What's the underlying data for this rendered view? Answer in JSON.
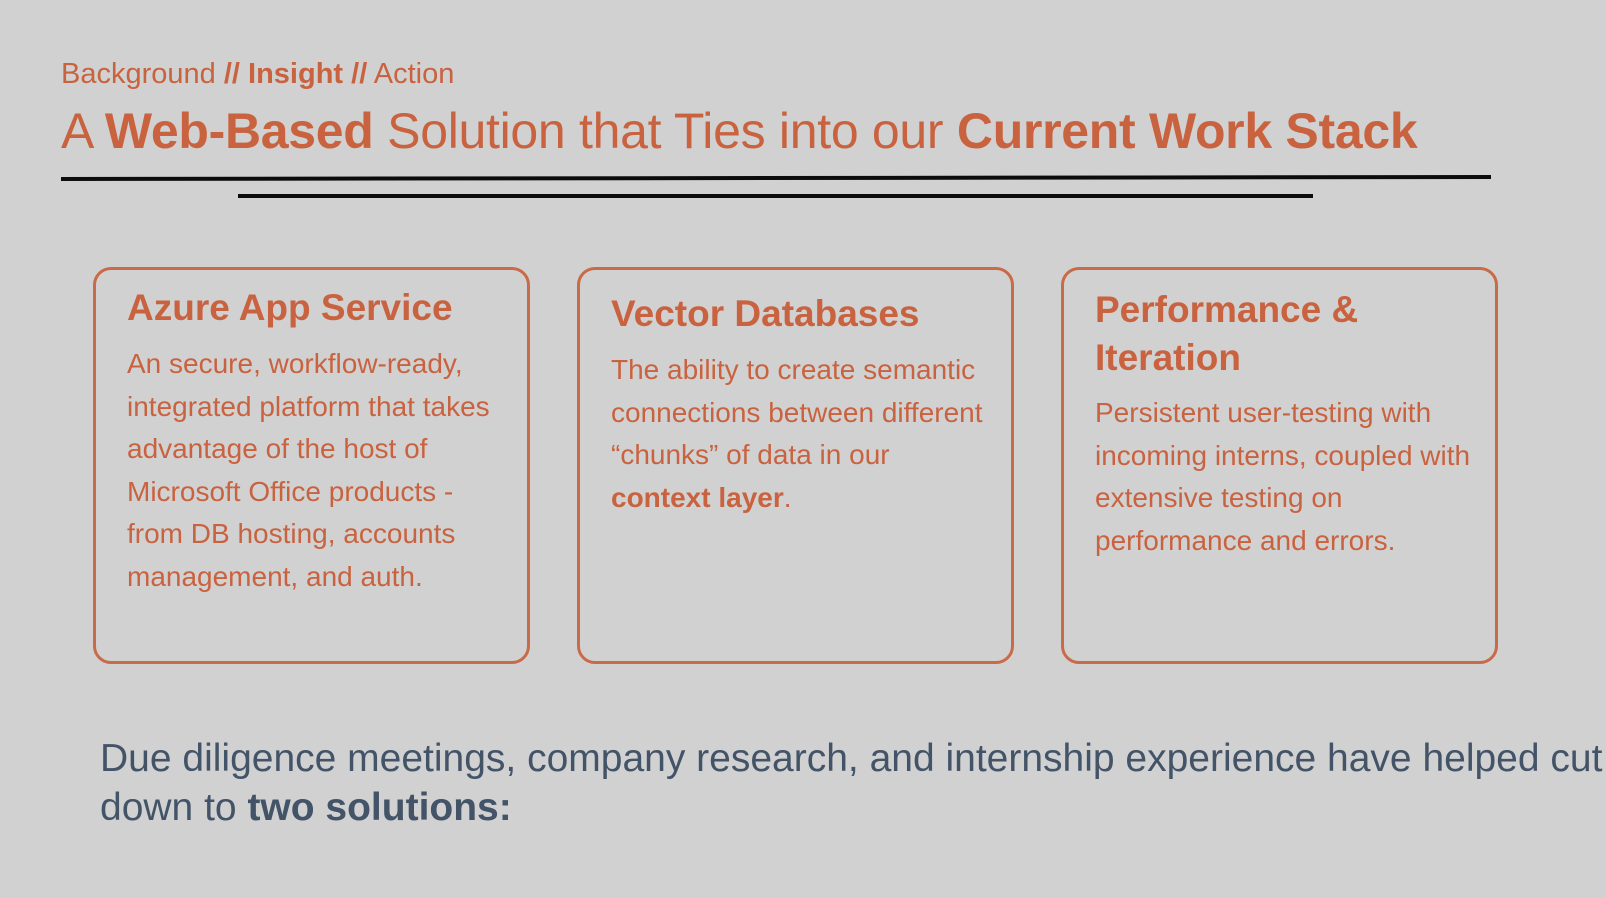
{
  "breadcrumb": {
    "step1": "Background",
    "sep1": "//",
    "step2": "Insight",
    "sep2": "//",
    "step3": "Action"
  },
  "title": {
    "part1": "A ",
    "bold1": "Web-Based",
    "part2": " Solution that Ties into our ",
    "bold2": "Current Work Stack"
  },
  "cards": [
    {
      "title": "Azure App Service",
      "body": "An secure, workflow-ready, integrated platform that takes advantage of the host of Microsoft Office products - from DB hosting, accounts management, and auth."
    },
    {
      "title": "Vector Databases",
      "body": "The ability to create semantic connections between different “chunks” of data in our ",
      "body_bold": "context layer",
      "body_end": "."
    },
    {
      "title": "Performance & Iteration",
      "body": "Persistent user-testing with incoming interns, coupled with extensive testing on performance and errors."
    }
  ],
  "footer": {
    "text": "Due diligence meetings, company research, and internship experience have helped cut down to ",
    "bold": "two solutions:"
  },
  "colors": {
    "accent": "#c9623f",
    "background": "#d1d1d1",
    "footer_text": "#435468",
    "rule": "#0c0c0c"
  }
}
